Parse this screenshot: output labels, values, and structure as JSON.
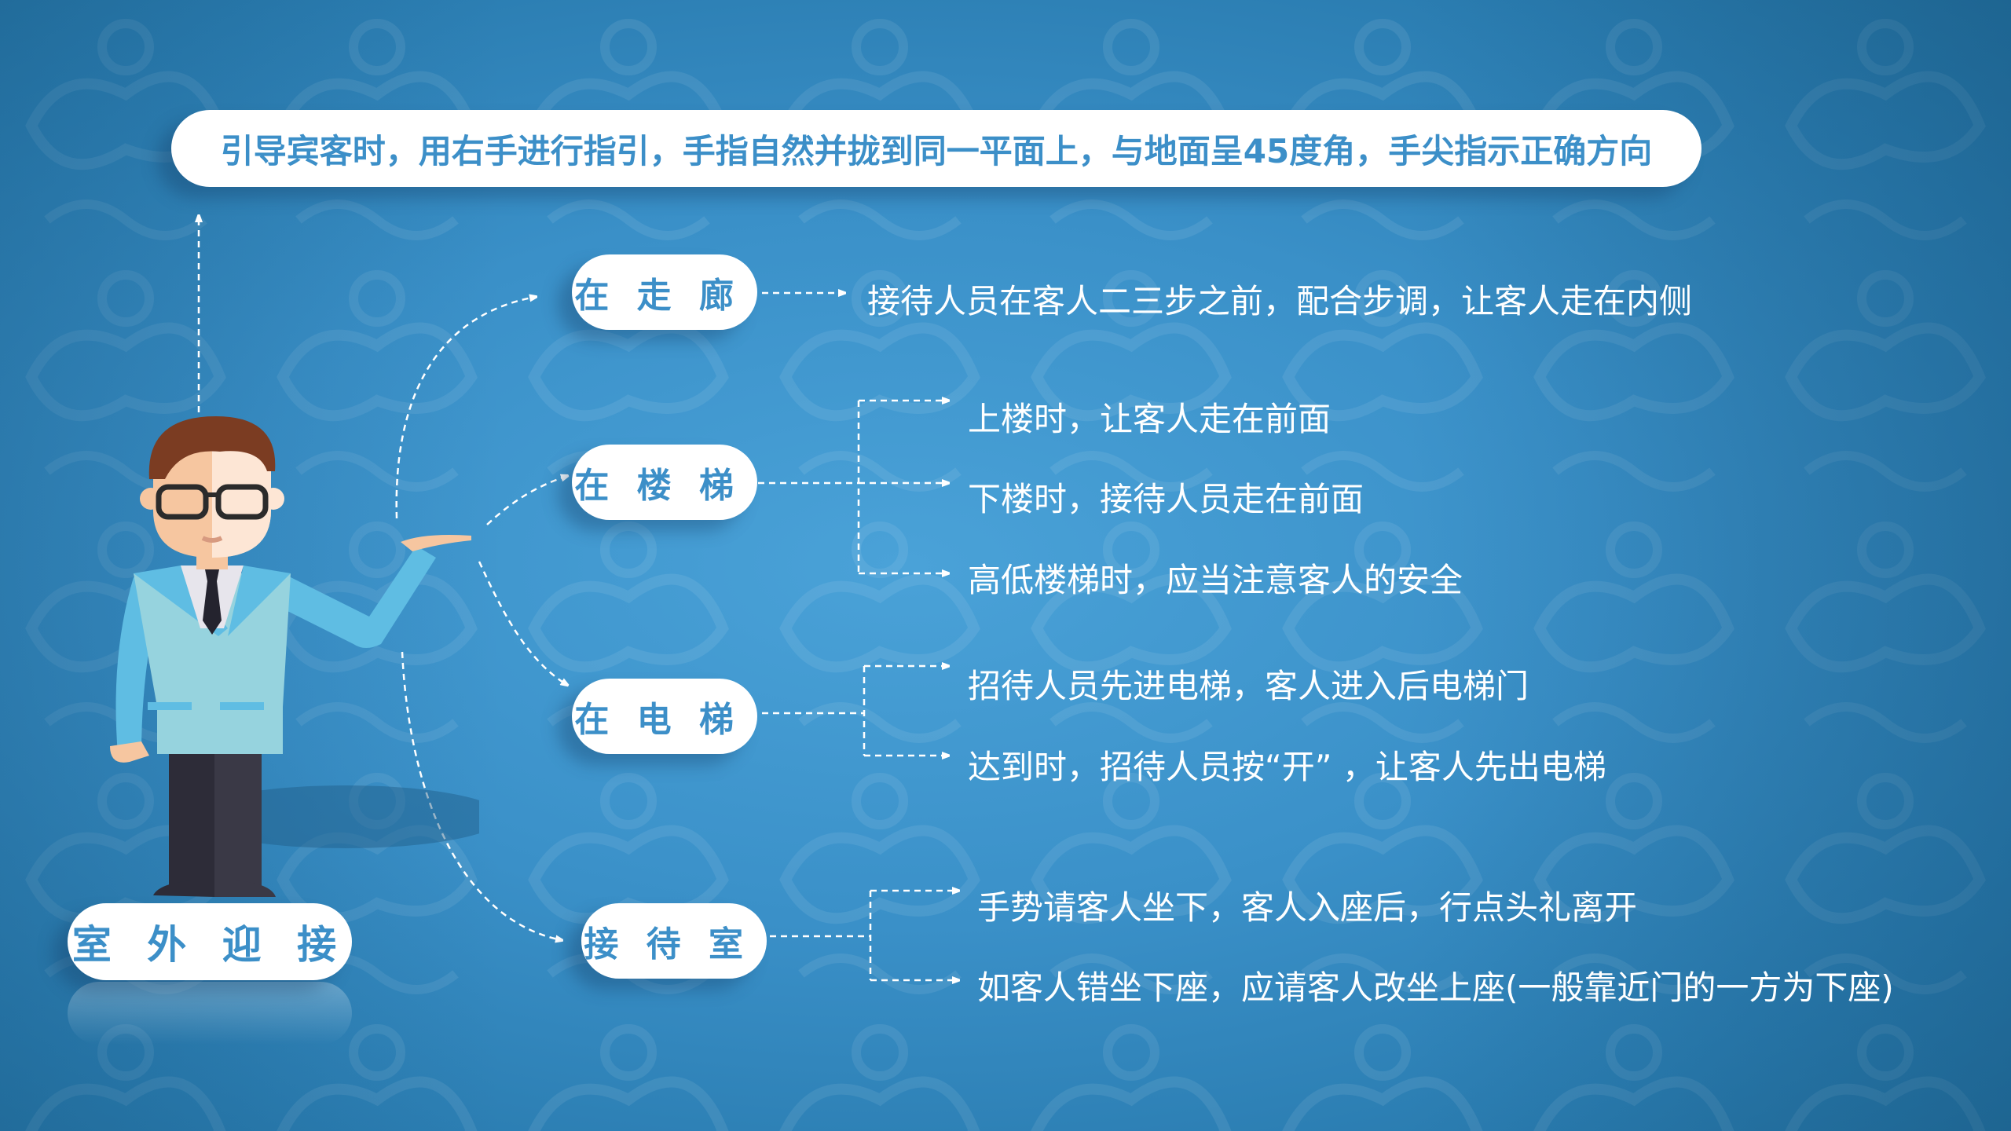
{
  "header": {
    "title": "引导宾客时，用右手进行指引，手指自然并拢到同一平面上，与地面呈45度角，手尖指示正确方向"
  },
  "root": {
    "label": "室 外 迎 接"
  },
  "figure": {
    "icon": "businessman-pointing-illustration"
  },
  "categories": [
    {
      "label": "在 走 廊",
      "items": [
        "接待人员在客人二三步之前，配合步调，让客人走在内侧"
      ]
    },
    {
      "label": "在 楼 梯",
      "items": [
        "上楼时，让客人走在前面",
        "下楼时，接待人员走在前面",
        "高低楼梯时，应当注意客人的安全"
      ]
    },
    {
      "label": "在 电 梯",
      "items": [
        "招待人员先进电梯，客人进入后电梯门",
        "达到时，招待人员按“开”  ，让客人先出电梯"
      ]
    },
    {
      "label": "接 待 室",
      "items": [
        "手势请客人坐下，客人入座后，行点头礼离开",
        "如客人错坐下座，应请客人改坐上座(一般靠近门的一方为下座)"
      ]
    }
  ],
  "colors": {
    "background": "#3a90c8",
    "pill_text": "#3c8fc8",
    "pill_bg": "#ffffff",
    "text": "#ffffff"
  }
}
